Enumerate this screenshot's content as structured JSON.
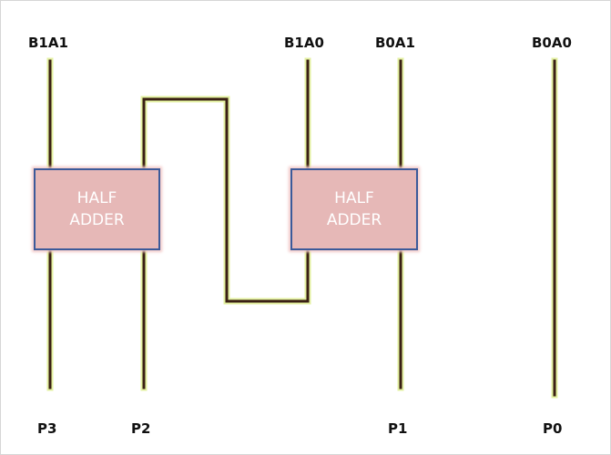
{
  "inputs": {
    "b1a1": "B1A1",
    "b1a0": "B1A0",
    "b0a1": "B0A1",
    "b0a0": "B0A0"
  },
  "outputs": {
    "p3": "P3",
    "p2": "P2",
    "p1": "P1",
    "p0": "P0"
  },
  "adders": [
    {
      "line1": "HALF",
      "line2": "ADDER"
    },
    {
      "line1": "HALF",
      "line2": "ADDER"
    }
  ],
  "colors": {
    "wire": "#3a1f14",
    "wire_glow": "#e3f0a0",
    "adder_fill": "#e6b8b7",
    "adder_border": "#3b5a9a",
    "adder_text": "#ffffff"
  }
}
